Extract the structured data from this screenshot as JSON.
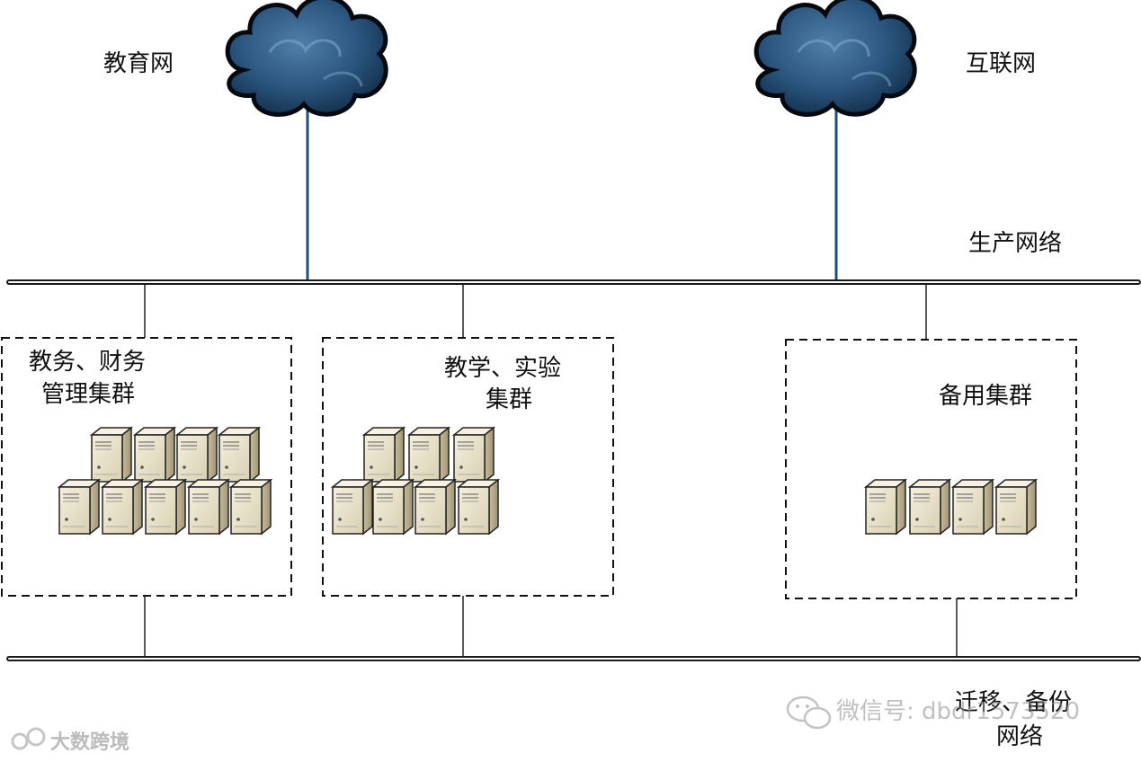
{
  "clouds": {
    "education_net": "教育网",
    "internet": "互联网"
  },
  "networks": {
    "production": "生产网络",
    "migration_backup_line1": "迁移、备份",
    "migration_backup_line2": "网络"
  },
  "clusters": {
    "admin_finance": {
      "line1": "教务、财务",
      "line2": "管理集群",
      "server_count": 9
    },
    "teaching_lab": {
      "line1": "教学、实验",
      "line2": "集群",
      "server_count": 7
    },
    "standby": {
      "line1": "备用集群",
      "server_count": 4
    }
  },
  "watermarks": {
    "wechat": "微信号: dbdr1573520",
    "brand": "大数跨境"
  },
  "colors": {
    "line": "#1a1a1a",
    "cloud_link": "#1f4e79",
    "cloud_dark": "#0f2740",
    "cloud_light": "#3d6d97",
    "server_face": "#e9e2cc",
    "server_side": "#b8ae8e",
    "server_top": "#f6f1e2"
  }
}
